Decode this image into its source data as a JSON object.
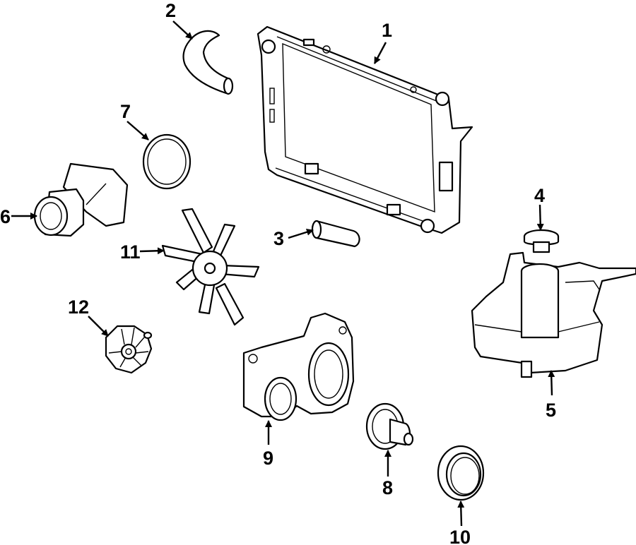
{
  "diagram": {
    "callouts": [
      {
        "id": "1",
        "label": "1"
      },
      {
        "id": "2",
        "label": "2"
      },
      {
        "id": "3",
        "label": "3"
      },
      {
        "id": "4",
        "label": "4"
      },
      {
        "id": "5",
        "label": "5"
      },
      {
        "id": "6",
        "label": "6"
      },
      {
        "id": "7",
        "label": "7"
      },
      {
        "id": "8",
        "label": "8"
      },
      {
        "id": "9",
        "label": "9"
      },
      {
        "id": "10",
        "label": "10"
      },
      {
        "id": "11",
        "label": "11"
      },
      {
        "id": "12",
        "label": "12"
      }
    ],
    "colors": {
      "line": "#000000",
      "background": "#ffffff",
      "shade": "#e6e6e6"
    }
  }
}
